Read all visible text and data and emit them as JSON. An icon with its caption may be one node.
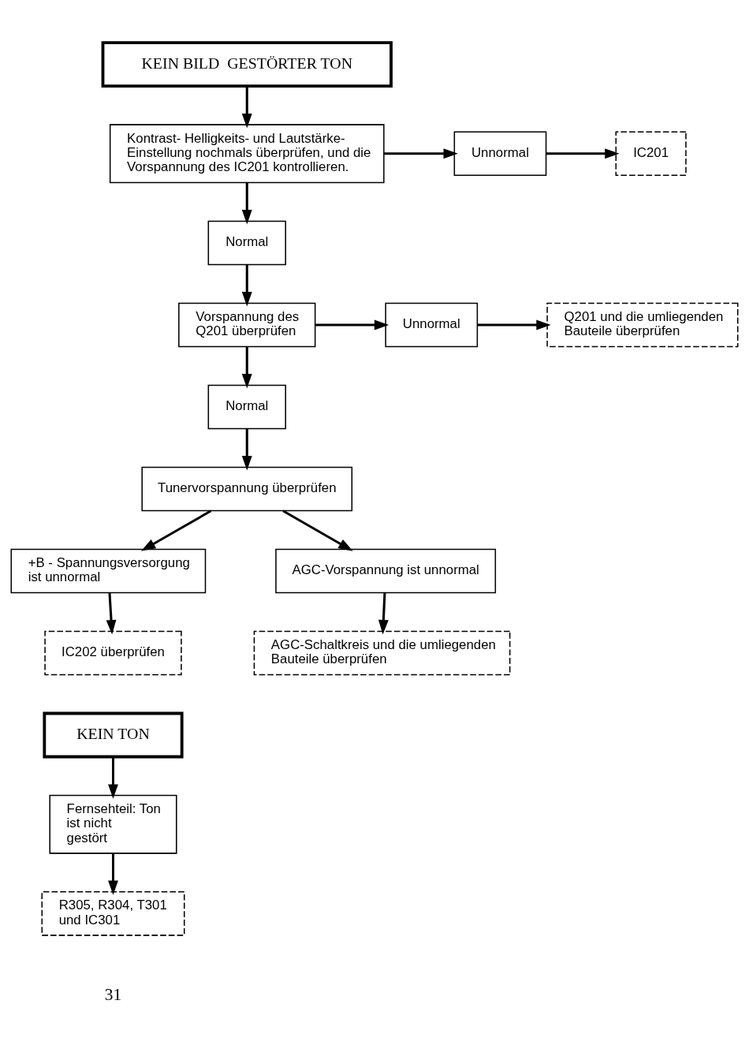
{
  "diagram": {
    "nodes": [
      {
        "text": [
          "KEIN BILD  GESTÖRTER TON"
        ]
      },
      {
        "text": [
          "Kontrast- Helligkeits- und Lautstärke- Einstellung nochmals überprüfen, und die Vorspannung des IC201 kontrollieren."
        ]
      },
      {
        "text": [
          "Unnormal"
        ]
      },
      {
        "text": [
          "IC201"
        ]
      },
      {
        "text": [
          "Normal"
        ]
      },
      {
        "text": [
          "Vorspannung des Q201 überprüfen"
        ]
      },
      {
        "text": [
          "Unnormal"
        ]
      },
      {
        "text": [
          "Q201 und die umliegenden Bauteile überprüfen"
        ]
      },
      {
        "text": [
          "Normal"
        ]
      },
      {
        "text": [
          "Tunervorspannung überprüfen"
        ]
      },
      {
        "text": [
          "+B - Spannungsversorgung ist unnormal"
        ]
      },
      {
        "text": [
          "AGC-Vorspannung ist unnormal"
        ]
      },
      {
        "text": [
          "IC202 überprüfen"
        ]
      },
      {
        "text": [
          "AGC-Schaltkreis und die umliegenden Bauteile überprüfen"
        ]
      },
      {
        "text": [
          "KEIN TON"
        ]
      },
      {
        "text": [
          "Fernsehteil: Ton ist nicht gestört"
        ]
      },
      {
        "text": [
          "R305, R304, T301 und IC301"
        ]
      }
    ],
    "edges": [
      {
        "from": 0,
        "to": 1,
        "arrow": "to"
      },
      {
        "from": 1,
        "to": 2,
        "arrow": "to"
      },
      {
        "from": 2,
        "to": 3,
        "arrow": "to"
      },
      {
        "from": 1,
        "to": 4,
        "arrow": "to"
      },
      {
        "from": 4,
        "to": 5,
        "arrow": "to"
      },
      {
        "from": 5,
        "to": 6,
        "arrow": "to"
      },
      {
        "from": 6,
        "to": 7,
        "arrow": "to"
      },
      {
        "from": 5,
        "to": 8,
        "arrow": "to"
      },
      {
        "from": 8,
        "to": 9,
        "arrow": "to"
      },
      {
        "from": 9,
        "to": 10,
        "arrow": "to"
      },
      {
        "from": 9,
        "to": 11,
        "arrow": "to"
      },
      {
        "from": 10,
        "to": 12,
        "arrow": "to"
      },
      {
        "from": 11,
        "to": 13,
        "arrow": "to"
      },
      {
        "from": 14,
        "to": 15,
        "arrow": "to"
      },
      {
        "from": 15,
        "to": 16,
        "arrow": "to"
      }
    ],
    "labels": [
      "31"
    ]
  }
}
